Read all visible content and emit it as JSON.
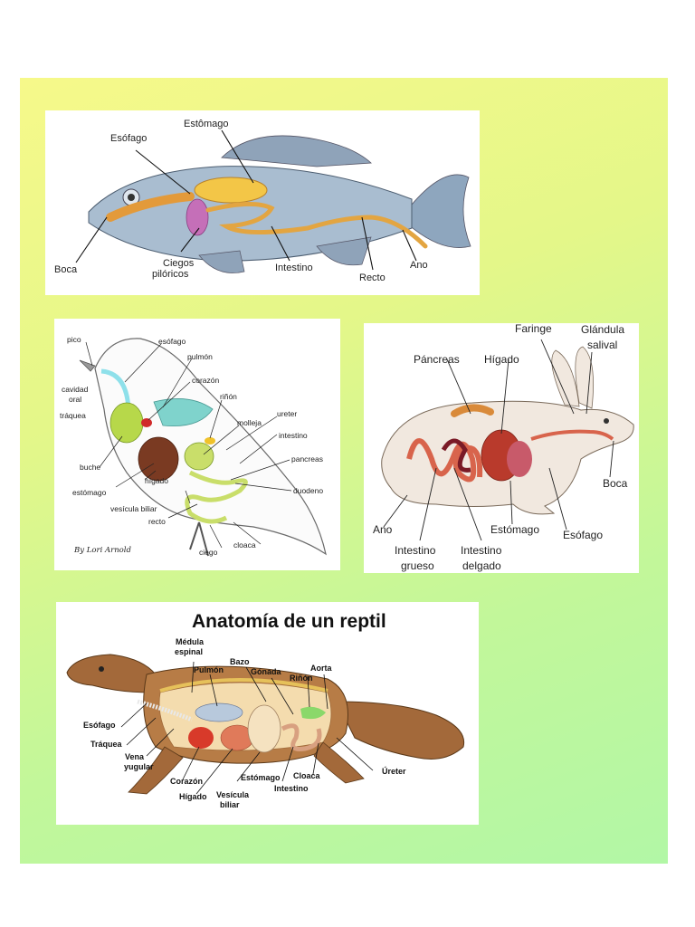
{
  "fish": {
    "labels": {
      "esofago": "Esófago",
      "estomago": "Estômago",
      "boca": "Boca",
      "ciegos": "Ciegos",
      "piloricos": "pilóricos",
      "intestino": "Intestino",
      "recto": "Recto",
      "ano": "Ano"
    },
    "colors": {
      "body": "#9bb0c4",
      "gut": "#e2a03c",
      "stomach": "#f4c94a",
      "ceca": "#c770b8"
    }
  },
  "bird": {
    "labels": {
      "pico": "pico",
      "esofago": "esófago",
      "pulmon": "pulmón",
      "corazon": "corazón",
      "rinon": "riñón",
      "cavidad1": "cavidad",
      "cavidad2": "oral",
      "traquea": "tráquea",
      "ureter": "ureter",
      "molleja": "molleja",
      "intestino": "intestino",
      "pancreas": "pancreas",
      "buche": "buche",
      "higado": "hígado",
      "estomago": "estómago",
      "duodeno": "duodeno",
      "vesicula": "vesícula biliar",
      "recto": "recto",
      "ciego": "ciego",
      "cloaca": "cloaca"
    },
    "signature": "By Lori Arnold",
    "colors": {
      "crop": "#b7d84a",
      "liver": "#7a3a22",
      "lung": "#7fd3cc",
      "gut": "#c9de6a"
    }
  },
  "rabbit": {
    "labels": {
      "faringe": "Faringe",
      "glandula1": "Glándula",
      "glandula2": "salival",
      "pancreas": "Páncreas",
      "higado": "Hígado",
      "boca": "Boca",
      "ano": "Ano",
      "estomago": "Estómago",
      "esofago": "Esófago",
      "ig1": "Intestino",
      "ig2": "grueso",
      "id1": "Intestino",
      "id2": "delgado"
    },
    "colors": {
      "body": "#f0e6dc",
      "gut": "#d8644c",
      "liver": "#b93a2c"
    }
  },
  "reptile": {
    "title": "Anatomía de un reptil",
    "labels": {
      "medula1": "Médula",
      "medula2": "espinal",
      "bazo": "Bazo",
      "pulmon": "Pulmón",
      "gonada": "Gónada",
      "aorta": "Aorta",
      "rinon": "Riñón",
      "esofago": "Esófago",
      "traquea": "Tráquea",
      "vena1": "Vena",
      "vena2": "yugular",
      "corazon": "Corazón",
      "estomago": "Estómago",
      "cloaca": "Cloaca",
      "ureter": "Úreter",
      "higado": "Hígado",
      "vesicula1": "Vesícula",
      "vesicula2": "biliar",
      "intestino": "Intestino"
    },
    "colors": {
      "skin": "#a0683a",
      "organs": "#e07a5a",
      "lung": "#b8c9dc"
    }
  }
}
